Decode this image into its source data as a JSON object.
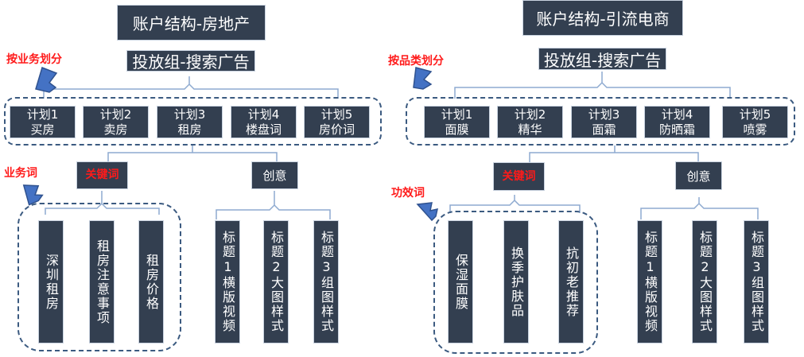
{
  "left": {
    "title": "账户结构-房地产",
    "group": "投放组-搜索广告",
    "split_label": "按业务划分",
    "plans": [
      [
        "计划1",
        "买房"
      ],
      [
        "计划2",
        "卖房"
      ],
      [
        "计划3",
        "租房"
      ],
      [
        "计划4",
        "楼盘词"
      ],
      [
        "计划5",
        "房价词"
      ]
    ],
    "keyword": "关键词",
    "creative": "创意",
    "word_label": "业务词",
    "keywords": [
      "深圳租房",
      "租房注意事项",
      "租房价格"
    ],
    "creatives": [
      "标题1横版视频",
      "标题2大图样式",
      "标题3组图样式"
    ]
  },
  "right": {
    "title": "账户结构-引流电商",
    "group": "投放组-搜索广告",
    "split_label": "按品类划分",
    "plans": [
      [
        "计划1",
        "面膜"
      ],
      [
        "计划2",
        "精华"
      ],
      [
        "计划3",
        "面霜"
      ],
      [
        "计划4",
        "防晒霜"
      ],
      [
        "计划5",
        "喷雾"
      ]
    ],
    "keyword": "关键词",
    "creative": "创意",
    "word_label": "功效词",
    "keywords": [
      "保湿面膜",
      "换季护肤品",
      "抗初老推荐"
    ],
    "creatives": [
      "标题1横版视频",
      "标题2大图样式",
      "标题3组图样式"
    ]
  },
  "colors": {
    "box": "#333f50",
    "highlight": "#ff1a1a",
    "arrow": "#4472c4",
    "dash": "#3b5a80"
  }
}
